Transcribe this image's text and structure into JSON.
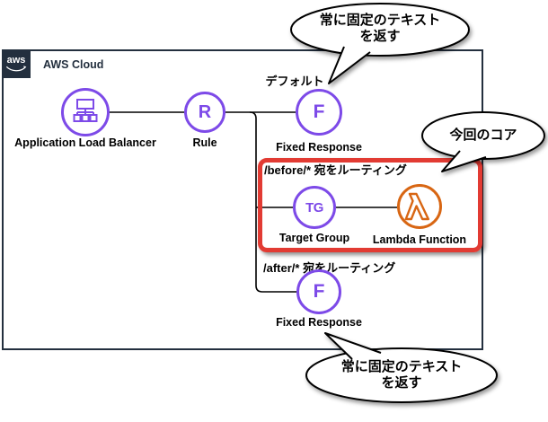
{
  "aws_cloud": {
    "logo_text": "aws",
    "label": "AWS Cloud"
  },
  "nodes": {
    "alb": {
      "label": "Application Load Balancer"
    },
    "rule": {
      "letter": "R",
      "label": "Rule"
    },
    "fixed_response_default": {
      "letter": "F",
      "label": "Fixed Response"
    },
    "target_group": {
      "letter": "TG",
      "label": "Target Group"
    },
    "lambda_function": {
      "label": "Lambda Function"
    },
    "fixed_response_after": {
      "letter": "F",
      "label": "Fixed Response"
    }
  },
  "annotations": {
    "default_label": "デフォルト",
    "route_before": "/before/* 宛をルーティング",
    "route_after": "/after/* 宛をルーティング"
  },
  "callouts": {
    "top": {
      "line1": "常に固定のテキスト",
      "line2": "を返す"
    },
    "core": "今回のコア",
    "bottom": {
      "line1": "常に固定のテキスト",
      "line2": "を返す"
    }
  },
  "colors": {
    "purple": "#7D4AE8",
    "orange": "#D86613",
    "navy": "#232F3E",
    "highlight_red": "#E23B33"
  }
}
